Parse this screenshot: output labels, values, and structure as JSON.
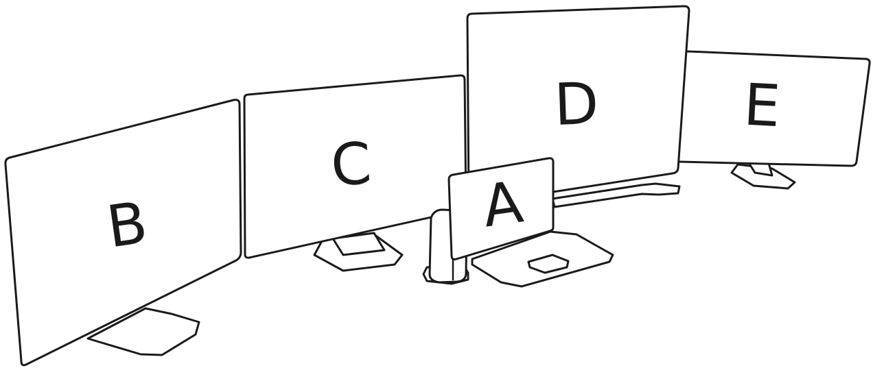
{
  "labels": {
    "a": "A",
    "b": "B",
    "c": "C",
    "d": "D",
    "e": "E"
  },
  "colors": {
    "line": "#1a1a1a",
    "background": "#ffffff"
  }
}
